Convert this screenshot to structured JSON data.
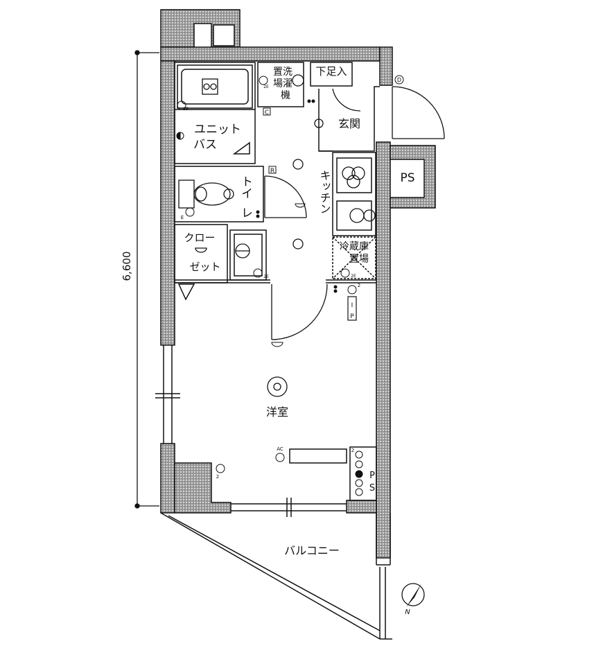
{
  "dimension": "6,600",
  "rooms": {
    "unit_bath": [
      "ユニット",
      "バス"
    ],
    "washer": [
      "置洗",
      "場濯",
      "機"
    ],
    "shoe_box": "下足入",
    "entrance": "玄関",
    "toilet": [
      "トイ",
      "レ"
    ],
    "kitchen": "キッチン",
    "closet": [
      "クロー",
      "ゼット"
    ],
    "fridge": [
      "冷蔵庫",
      "置場"
    ],
    "western_room": "洋室",
    "balcony": "バルコニー",
    "ps_top": "PS",
    "ps_bottom": [
      "P",
      "S"
    ]
  },
  "markers": {
    "c": "C",
    "r": "R",
    "d": "D",
    "e": "E",
    "ip": [
      "I",
      "P"
    ],
    "ac": "AC",
    "two": "2",
    "two_e": "2E",
    "north": "N"
  },
  "colors": {
    "wall_fill": "#bdbdbd",
    "line": "#111111"
  }
}
